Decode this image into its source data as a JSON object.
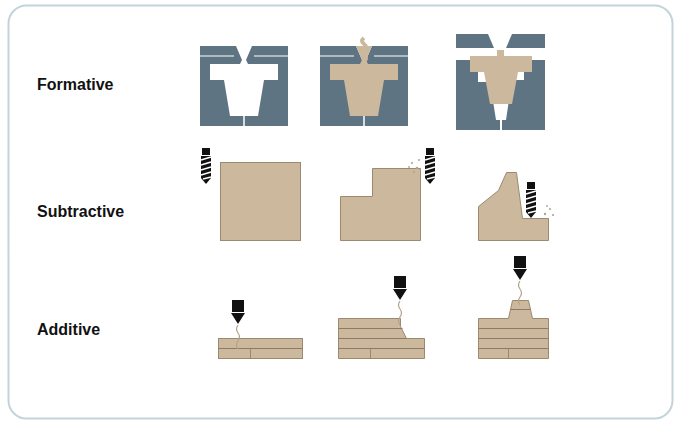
{
  "diagram": {
    "labels": [
      "Formative",
      "Subtractive",
      "Additive"
    ]
  }
}
